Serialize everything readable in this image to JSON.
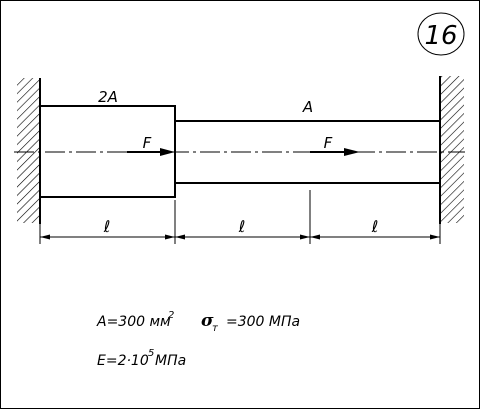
{
  "problem_number": "16",
  "labels": {
    "left_area": "2A",
    "right_area": "A",
    "force_left": "F",
    "force_right": "F",
    "length_1": "ℓ",
    "length_2": "ℓ",
    "length_3": "ℓ"
  },
  "given": {
    "area_text": "A=300 мм",
    "area_exp": "2",
    "sigma_symbol": "σ",
    "sigma_sub": "т",
    "sigma_text": "=300  МПа",
    "modulus_text": "E=2·10",
    "modulus_exp": "5",
    "modulus_unit": "МПа"
  }
}
